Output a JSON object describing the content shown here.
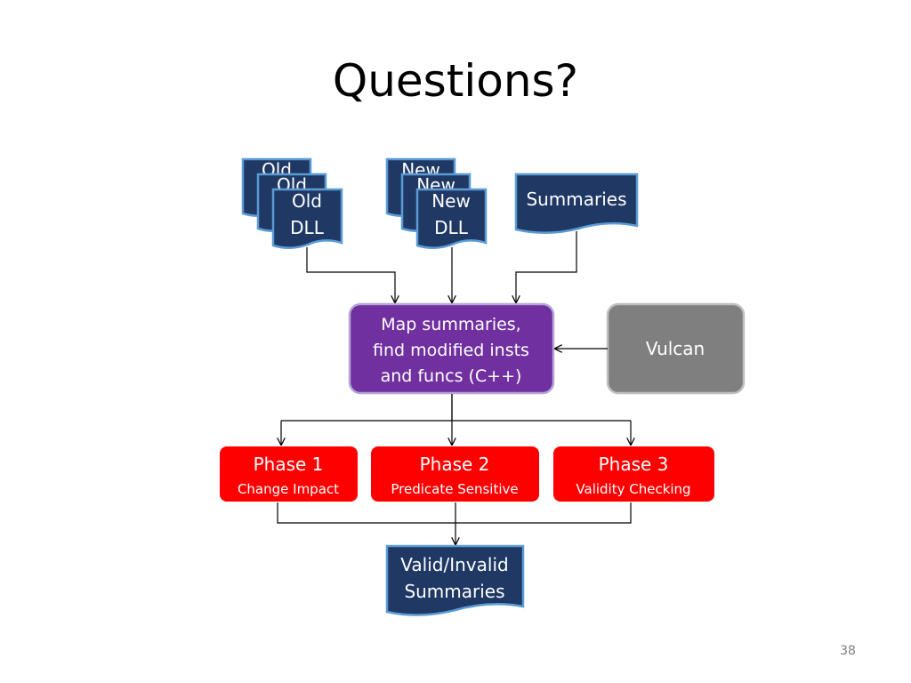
{
  "slide": {
    "title": "Questions?",
    "page_number": "38"
  },
  "colors": {
    "document_fill": "#1f3864",
    "document_border": "#5b9bd5",
    "process_purple": "#7030a0",
    "process_gray": "#7f7f7f",
    "phase_red": "#ff0000",
    "connector": "#000000"
  },
  "diagram": {
    "old_dll": {
      "back1": "Old",
      "back2": "Old",
      "front_line1": "Old",
      "front_line2": "DLL"
    },
    "new_dll": {
      "back1": "New",
      "back2": "New",
      "front_line1": "New",
      "front_line2": "DLL"
    },
    "summaries": {
      "label": "Summaries"
    },
    "map_process": {
      "line1": "Map summaries,",
      "line2": "find modified insts",
      "line3": "and funcs (C++)"
    },
    "vulcan": {
      "label": "Vulcan"
    },
    "phases": [
      {
        "title": "Phase 1",
        "subtitle": "Change Impact"
      },
      {
        "title": "Phase 2",
        "subtitle": "Predicate Sensitive"
      },
      {
        "title": "Phase 3",
        "subtitle": "Validity Checking"
      }
    ],
    "output": {
      "line1": "Valid/Invalid",
      "line2": "Summaries"
    }
  }
}
